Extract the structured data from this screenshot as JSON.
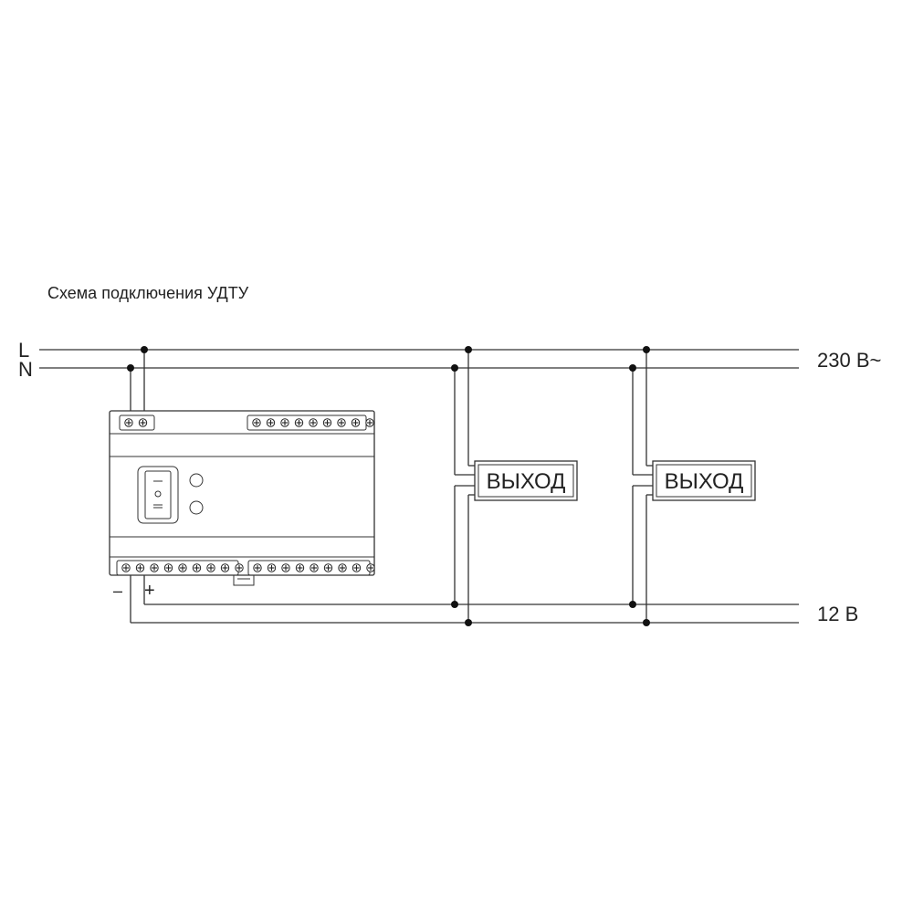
{
  "title": "Схема подключения УДТУ",
  "bus": {
    "line_L": "L",
    "line_N": "N",
    "ac_label": "230 В~",
    "dc_label": "12 В",
    "minus": "–",
    "plus": "+"
  },
  "signs": [
    {
      "text": "ВЫХОД"
    },
    {
      "text": "ВЫХОД"
    }
  ],
  "device": {
    "top_left_terminals": 2,
    "top_right_terminals": 9,
    "bottom_left_terminals": 9,
    "bottom_right_terminals": 9,
    "indicators": 2
  },
  "colors": {
    "line": "#333333",
    "dot": "#111111",
    "background": "#ffffff"
  }
}
